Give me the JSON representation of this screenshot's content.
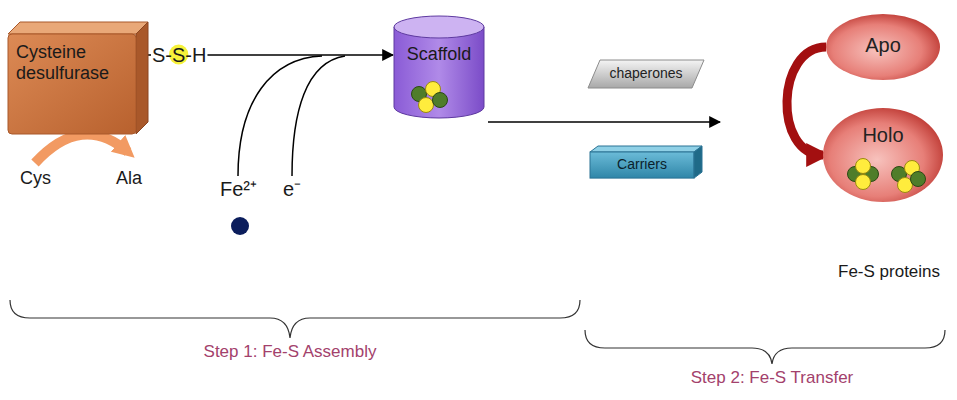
{
  "diagram": {
    "nodes": [
      {
        "text": [
          "Cysteine desulfurase"
        ]
      },
      {
        "text": [
          "Scaffold"
        ]
      },
      {
        "text": [
          "chaperones"
        ]
      },
      {
        "text": [
          "Carriers"
        ]
      },
      {
        "text": [
          "Apo"
        ]
      },
      {
        "text": [
          "Holo"
        ]
      }
    ],
    "edges": [
      {
        "from": 0,
        "to": 1,
        "label": "S-S-H",
        "arrow": "to"
      },
      {
        "from": 4,
        "to": 5,
        "arrow": "to"
      }
    ],
    "labels": [
      "Cys",
      "Ala",
      "Fe²⁺",
      "e⁻",
      "Fe-S proteins",
      "Step 1: Fe-S Assembly",
      "Step 2: Fe-S Transfer"
    ]
  }
}
